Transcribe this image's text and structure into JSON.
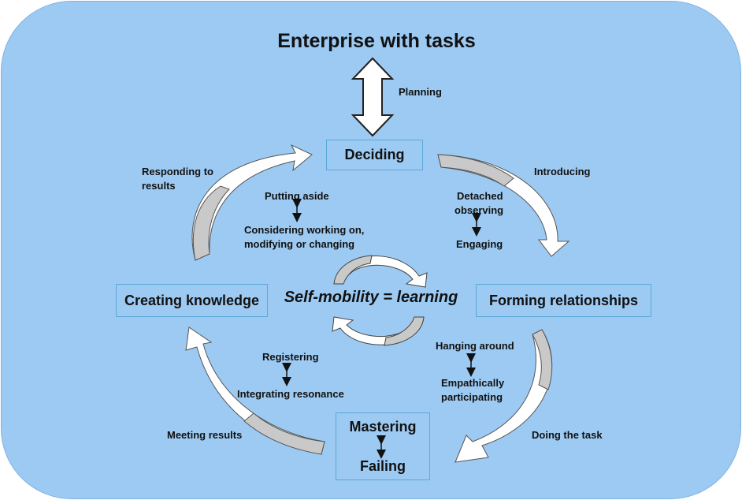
{
  "title": "Enterprise with tasks",
  "center_label": "Self-mobility = learning",
  "planning_label": "Planning",
  "stages": {
    "deciding": "Deciding",
    "forming": "Forming relationships",
    "mastering": "Mastering",
    "failing": "Failing",
    "creating": "Creating knowledge"
  },
  "transitions": {
    "responding_1": "Responding to",
    "responding_2": "results",
    "introducing": "Introducing",
    "doing_task": "Doing the task",
    "meeting_results": "Meeting results"
  },
  "pairs": {
    "deciding_top": "Putting aside",
    "deciding_bottom_1": "Considering working on,",
    "deciding_bottom_2": "modifying or changing",
    "forming_top_1": "Detached",
    "forming_top_2": "observing",
    "forming_bottom": "Engaging",
    "doing_top": "Hanging around",
    "doing_bottom_1": "Empathically",
    "doing_bottom_2": "participating",
    "creating_top": "Registering",
    "creating_bottom": "Integrating resonance"
  }
}
